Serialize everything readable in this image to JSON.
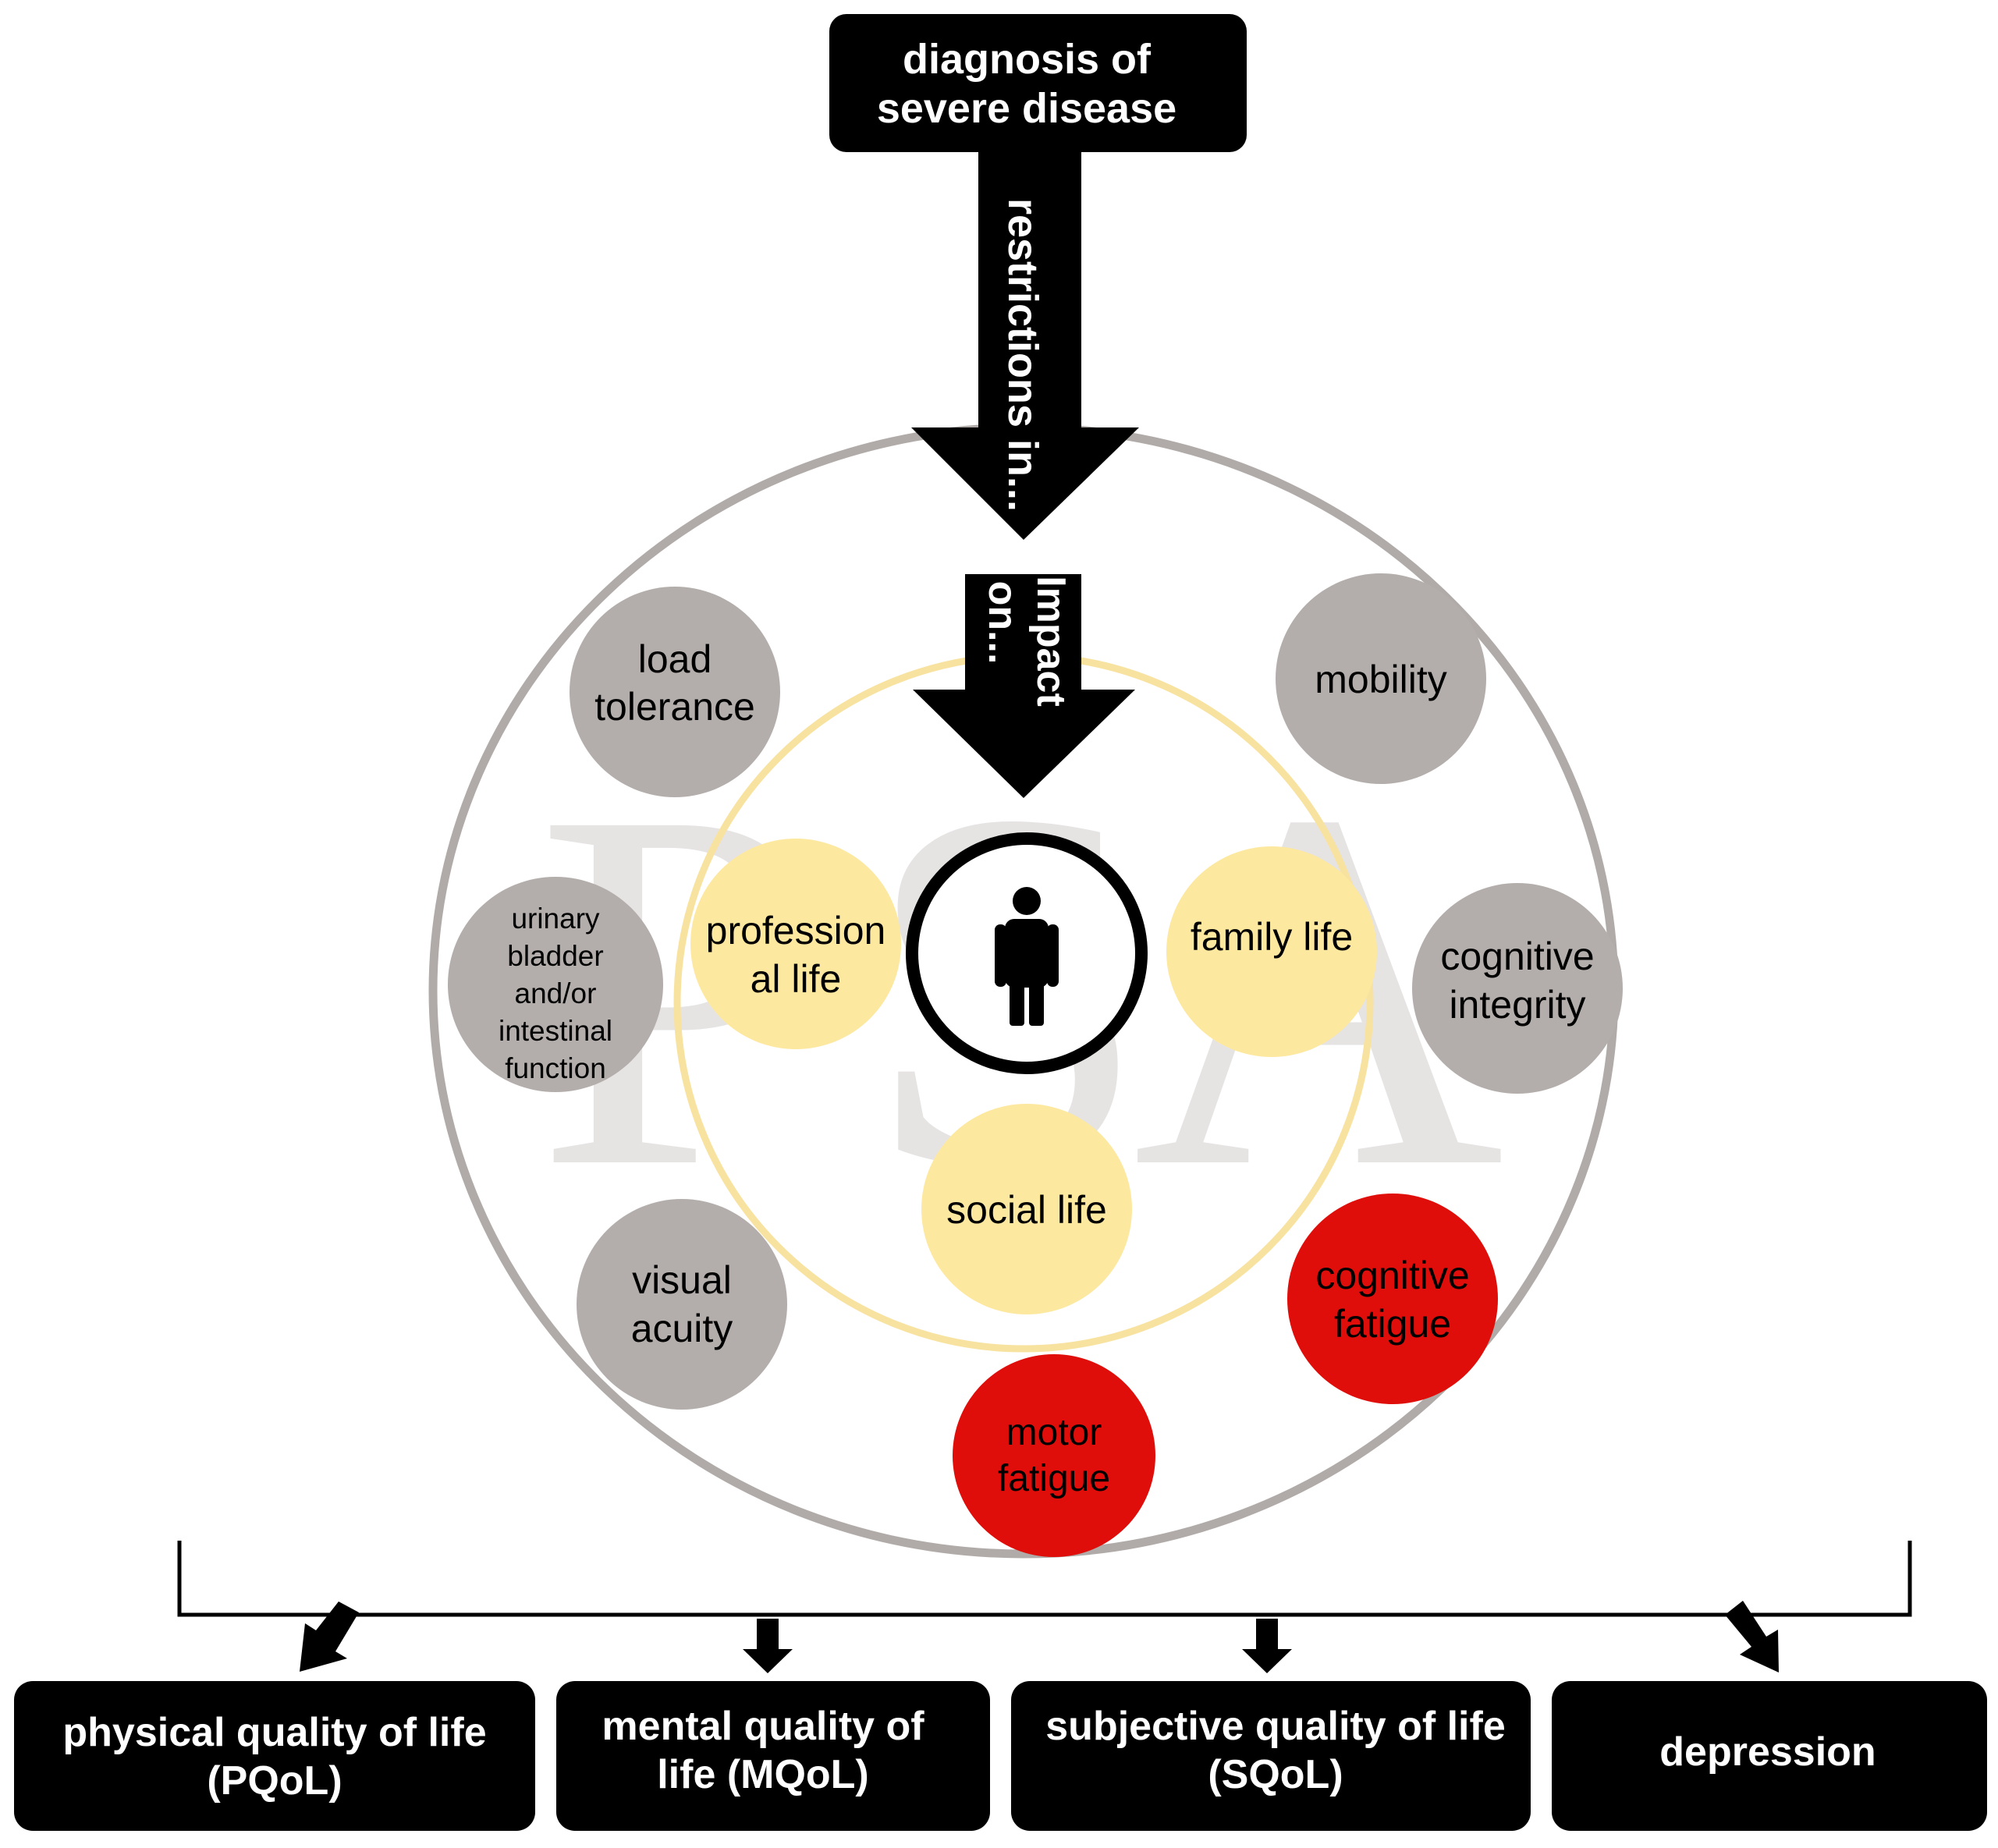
{
  "top_box": {
    "line1": "diagnosis of",
    "line2": "severe disease"
  },
  "arrow_labels": {
    "restrictions": "restrictions in...",
    "impact_line1": "Impact",
    "impact_line2": "on..."
  },
  "watermark": {
    "p": "P",
    "s": "S",
    "a": "A"
  },
  "restriction_circles": [
    {
      "line1": "load",
      "line2": "tolerance"
    },
    {
      "line1": "mobility"
    },
    {
      "line1": "urinary",
      "line2": "bladder",
      "line3": "and/or",
      "line4": "intestinal",
      "line5": "function"
    },
    {
      "line1": "cognitive",
      "line2": "integrity"
    },
    {
      "line1": "visual",
      "line2": "acuity"
    },
    {
      "line1": "cognitive",
      "line2": "fatigue"
    },
    {
      "line1": "motor",
      "line2": "fatigue"
    }
  ],
  "impact_circles": [
    {
      "line1": "profession",
      "line2": "al life"
    },
    {
      "line1": "family life"
    },
    {
      "line1": "social life"
    }
  ],
  "center": {
    "icon": "person-icon"
  },
  "outcomes": [
    {
      "line1": "physical quality of life",
      "line2": "(PQoL)"
    },
    {
      "line1": "mental quality of",
      "line2": "life (MQoL)"
    },
    {
      "line1": "subjective quality of life",
      "line2": "(SQoL)"
    },
    {
      "line1": "depression"
    }
  ],
  "colors": {
    "black": "#000000",
    "gray_circle": "#b3aeab",
    "gray_ring": "#b0aba8",
    "yellow_circle": "#fde8a0",
    "yellow_ring": "#f8e2a0",
    "red_circle": "#e00e0a",
    "watermark": "#e6e3e3"
  }
}
